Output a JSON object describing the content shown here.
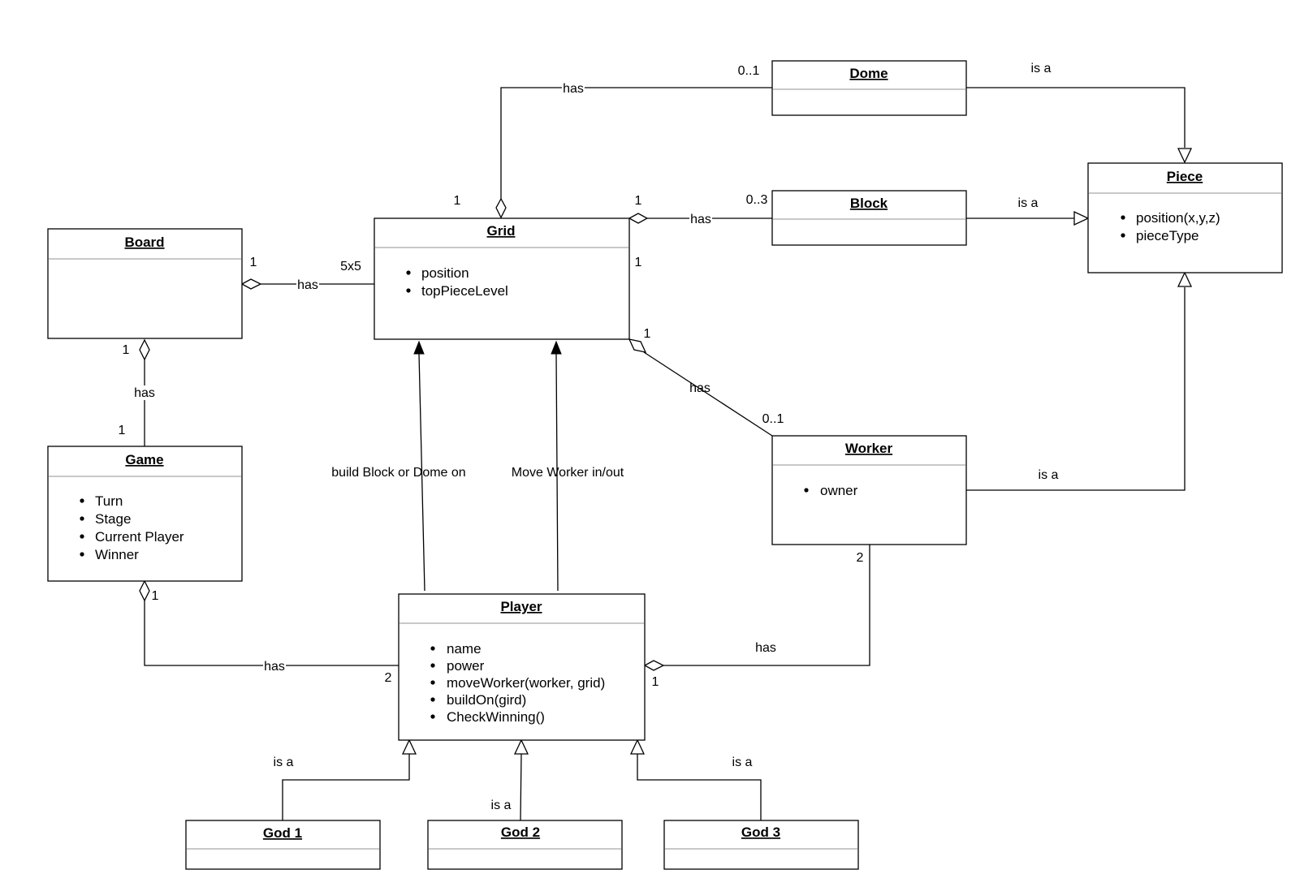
{
  "classes": {
    "dome": {
      "name": "Dome",
      "attributes": []
    },
    "piece": {
      "name": "Piece",
      "attributes": [
        "position(x,y,z)",
        "pieceType"
      ]
    },
    "block": {
      "name": "Block",
      "attributes": []
    },
    "grid": {
      "name": "Grid",
      "attributes": [
        "position",
        "topPieceLevel"
      ]
    },
    "board": {
      "name": "Board",
      "attributes": []
    },
    "game": {
      "name": "Game",
      "attributes": [
        "Turn",
        "Stage",
        "Current Player",
        "Winner"
      ]
    },
    "worker": {
      "name": "Worker",
      "attributes": [
        "owner"
      ]
    },
    "player": {
      "name": "Player",
      "attributes": [
        "name",
        "power",
        "moveWorker(worker, grid)",
        "buildOn(gird)",
        "CheckWinning()"
      ]
    },
    "god1": {
      "name": "God 1",
      "attributes": []
    },
    "god2": {
      "name": "God 2",
      "attributes": []
    },
    "god3": {
      "name": "God 3",
      "attributes": []
    }
  },
  "relations": {
    "grid_dome": {
      "label": "has",
      "source_mult": "1",
      "target_mult": "0..1"
    },
    "dome_piece": {
      "label": "is a"
    },
    "grid_block": {
      "label": "has",
      "source_mult": "1",
      "target_mult": "0..3"
    },
    "block_piece": {
      "label": "is a"
    },
    "board_grid": {
      "label": "has",
      "source_mult": "1",
      "target_mult": "5x5"
    },
    "grid_mult_right": "1",
    "grid_worker": {
      "label": "has",
      "source_mult": "1",
      "target_mult": "0..1"
    },
    "worker_piece": {
      "label": "is a"
    },
    "board_game": {
      "label": "has",
      "source_mult": "1",
      "target_mult": "1"
    },
    "player_build": {
      "label": "build Block or Dome on"
    },
    "player_move": {
      "label": "Move Worker in/out"
    },
    "game_player": {
      "label": "has",
      "source_mult": "1",
      "target_mult": "2"
    },
    "player_worker": {
      "label": "has",
      "source_mult": "1",
      "target_mult": "2"
    },
    "god1_player": {
      "label": "is a"
    },
    "god2_player": {
      "label": "is a"
    },
    "god3_player": {
      "label": "is a"
    }
  }
}
